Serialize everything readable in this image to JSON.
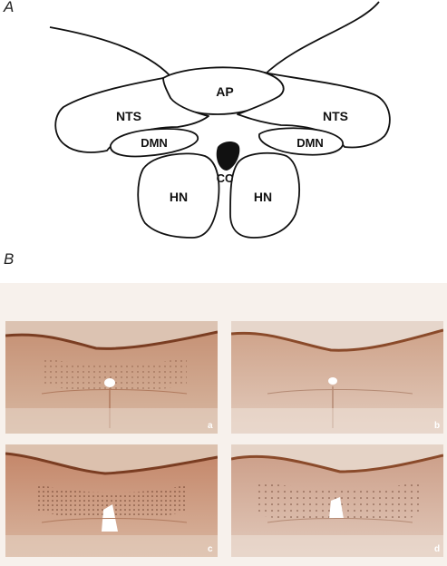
{
  "panel_a": {
    "letter": "A",
    "regions": {
      "ap": "AP",
      "nts_left": "NTS",
      "nts_right": "NTS",
      "dmn_left": "DMN",
      "dmn_right": "DMN",
      "cc": "CC",
      "hn_left": "HN",
      "hn_right": "HN"
    }
  },
  "panel_b": {
    "letter": "B",
    "micrographs": [
      {
        "letter": "a"
      },
      {
        "letter": "b"
      },
      {
        "letter": "c"
      },
      {
        "letter": "d"
      }
    ]
  },
  "colors": {
    "tissue": "#c98e6c",
    "tissue_dark": "#8a4a2a",
    "background_light": "#efe6e0"
  }
}
